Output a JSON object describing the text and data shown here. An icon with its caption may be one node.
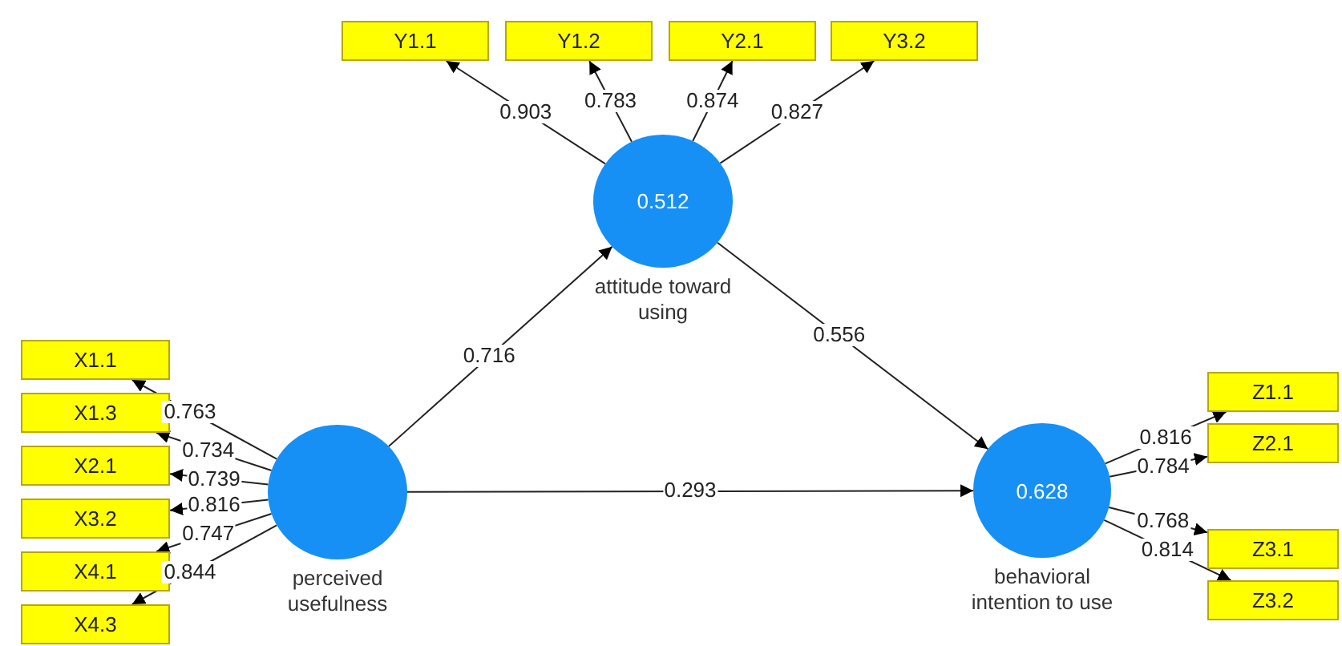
{
  "diagram": {
    "nodes": [
      {
        "text": [
          "Y1.1"
        ]
      },
      {
        "text": [
          "Y1.2"
        ]
      },
      {
        "text": [
          "Y2.1"
        ]
      },
      {
        "text": [
          "Y3.2"
        ]
      },
      {
        "text": [
          "0.512"
        ],
        "beside": [
          "attitude toward using"
        ]
      },
      {
        "text": [
          "X1.1"
        ]
      },
      {
        "text": [
          "X1.3"
        ]
      },
      {
        "text": [
          "X2.1"
        ]
      },
      {
        "text": [
          "X3.2"
        ]
      },
      {
        "text": [
          "X4.1"
        ]
      },
      {
        "text": [
          "X4.3"
        ]
      },
      {
        "text": [],
        "shape": "circle",
        "beside": [
          "perceived usefulness"
        ]
      },
      {
        "text": [
          "Z1.1"
        ]
      },
      {
        "text": [
          "Z2.1"
        ]
      },
      {
        "text": [
          "0.628"
        ],
        "beside": [
          "behavioral intention to use"
        ]
      },
      {
        "text": [
          "Z3.1"
        ]
      },
      {
        "text": [
          "Z3.2"
        ]
      }
    ],
    "edges": [
      {
        "from": 4,
        "to": 0,
        "label": "0.903",
        "arrow": "to"
      },
      {
        "from": 4,
        "to": 1,
        "label": "0.783",
        "arrow": "to"
      },
      {
        "from": 4,
        "to": 2,
        "label": "0.874",
        "arrow": "to"
      },
      {
        "from": 4,
        "to": 3,
        "label": "0.827",
        "arrow": "to"
      },
      {
        "from": 11,
        "to": 4,
        "label": "0.716",
        "arrow": "to"
      },
      {
        "from": 4,
        "to": 14,
        "label": "0.556",
        "arrow": "to"
      },
      {
        "from": 11,
        "to": 5,
        "label": "0.763",
        "arrow": "to"
      },
      {
        "from": 11,
        "to": 6,
        "label": "0.734",
        "arrow": "to"
      },
      {
        "from": 11,
        "to": 7,
        "label": "0.739",
        "arrow": "to"
      },
      {
        "from": 11,
        "to": 8,
        "label": "0.816",
        "arrow": "to"
      },
      {
        "from": 11,
        "to": 9,
        "label": "0.747",
        "arrow": "to"
      },
      {
        "from": 11,
        "to": 10,
        "label": "0.844",
        "arrow": "to"
      },
      {
        "from": 11,
        "to": 14,
        "label": "0.293",
        "arrow": "to"
      },
      {
        "from": 14,
        "to": 12,
        "label": "0.816",
        "arrow": "to"
      },
      {
        "from": 14,
        "to": 13,
        "label": "0.784",
        "arrow": "to"
      },
      {
        "from": 14,
        "to": 15,
        "label": "0.768",
        "arrow": "to"
      },
      {
        "from": 14,
        "to": 16,
        "label": "0.814",
        "arrow": "to"
      }
    ]
  }
}
